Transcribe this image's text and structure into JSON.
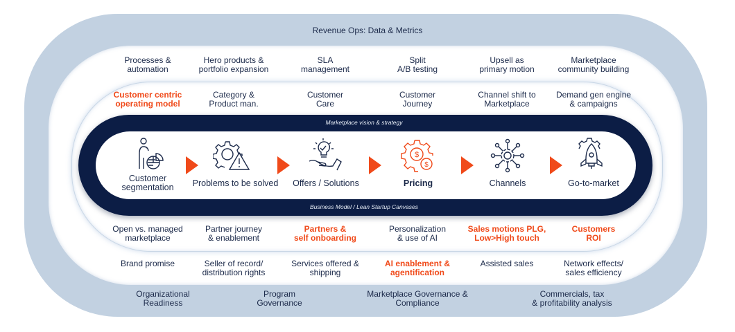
{
  "colors": {
    "outer_ring": "#c2d1e1",
    "navy_band": "#0c1d45",
    "text": "#1c2a4a",
    "highlight": "#f04a1a"
  },
  "outer_ring": {
    "top_label": "Revenue Ops: Data & Metrics",
    "bottom_items": [
      {
        "text": "Organizational\nReadiness"
      },
      {
        "text": "Program\nGovernance"
      },
      {
        "text": "Marketplace Governance &\nCompliance"
      },
      {
        "text": "Commercials, tax\n& profitability analysis"
      }
    ]
  },
  "row1_top": [
    {
      "text": "Processes &\nautomation",
      "highlight": false
    },
    {
      "text": "Hero products &\nportfolio expansion",
      "highlight": false
    },
    {
      "text": "SLA\nmanagement",
      "highlight": false
    },
    {
      "text": "Split\nA/B testing",
      "highlight": false
    },
    {
      "text": "Upsell as\nprimary motion",
      "highlight": false
    },
    {
      "text": "Marketplace\ncommunity building",
      "highlight": false
    }
  ],
  "row2_top": [
    {
      "text": "Customer centric\noperating model",
      "highlight": true
    },
    {
      "text": "Category &\nProduct man.",
      "highlight": false
    },
    {
      "text": "Customer\nCare",
      "highlight": false
    },
    {
      "text": "Customer\nJourney",
      "highlight": false
    },
    {
      "text": "Channel shift to\nMarketplace",
      "highlight": false
    },
    {
      "text": "Demand gen engine\n& campaigns",
      "highlight": false
    }
  ],
  "core": {
    "top_label": "Marketplace vision & strategy",
    "bottom_label": "Business Model / Lean Startup Canvases",
    "steps": [
      {
        "label": "Customer\nsegmentation",
        "icon": "person-pie-chart-icon",
        "highlight": false
      },
      {
        "label": "Problems to be solved",
        "icon": "gear-warning-icon",
        "highlight": false
      },
      {
        "label": "Offers / Solutions",
        "icon": "hand-lightbulb-icon",
        "highlight": false
      },
      {
        "label": "Pricing",
        "icon": "gear-dollar-icon",
        "highlight": true
      },
      {
        "label": "Channels",
        "icon": "network-gear-icon",
        "highlight": false
      },
      {
        "label": "Go-to-market",
        "icon": "rocket-gear-icon",
        "highlight": false
      }
    ]
  },
  "row1_bottom": [
    {
      "text": "Open vs. managed\nmarketplace",
      "highlight": false
    },
    {
      "text": "Partner journey\n& enablement",
      "highlight": false
    },
    {
      "text": "Partners &\nself onboarding",
      "highlight": true
    },
    {
      "text": "Personalization\n& use of AI",
      "highlight": false
    },
    {
      "text": "Sales motions PLG,\nLow>High touch",
      "highlight": true
    },
    {
      "text": "Customers\nROI",
      "highlight": true
    }
  ],
  "row2_bottom": [
    {
      "text": "Brand promise",
      "highlight": false
    },
    {
      "text": "Seller of record/\ndistribution rights",
      "highlight": false
    },
    {
      "text": "Services offered &\nshipping",
      "highlight": false
    },
    {
      "text": "AI enablement &\nagentification",
      "highlight": true
    },
    {
      "text": "Assisted sales",
      "highlight": false
    },
    {
      "text": "Network effects/\nsales efficiency",
      "highlight": false
    }
  ]
}
